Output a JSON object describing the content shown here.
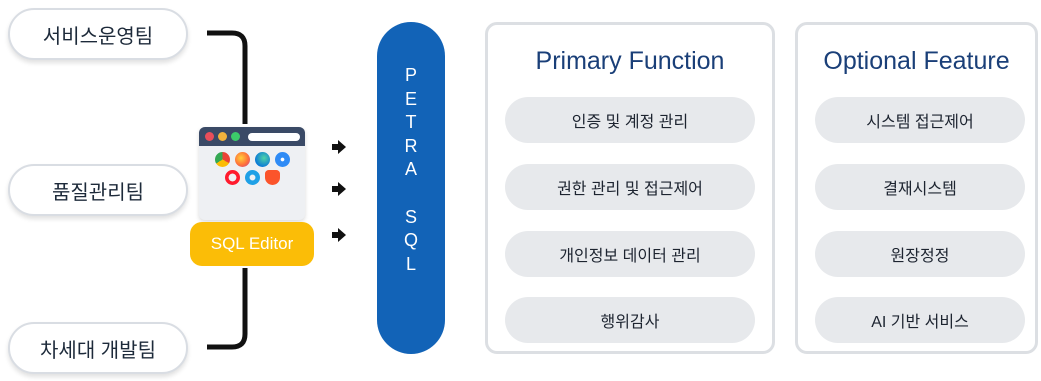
{
  "teams": [
    "서비스운영팀",
    "품질관리팀",
    "차세대 개발팀"
  ],
  "editor": {
    "label": "SQL Editor",
    "icons": [
      "chrome-icon",
      "firefox-icon",
      "edge-icon",
      "safari-icon",
      "opera-icon",
      "ie-icon",
      "brave-icon"
    ]
  },
  "product": {
    "letters": [
      "P",
      "E",
      "T",
      "R",
      "A",
      "",
      "S",
      "Q",
      "L"
    ]
  },
  "primary": {
    "title": "Primary Function",
    "items": [
      "인증 및 계정 관리",
      "권한 관리 및 접근제어",
      "개인정보 데이터 관리",
      "행위감사"
    ]
  },
  "optional": {
    "title": "Optional Feature",
    "items": [
      "시스템 접근제어",
      "결재시스템",
      "원장정정",
      "AI 기반 서비스"
    ]
  },
  "colors": {
    "navy": "#1263b7",
    "yellow": "#fbbd07",
    "title": "#1a3f78"
  }
}
